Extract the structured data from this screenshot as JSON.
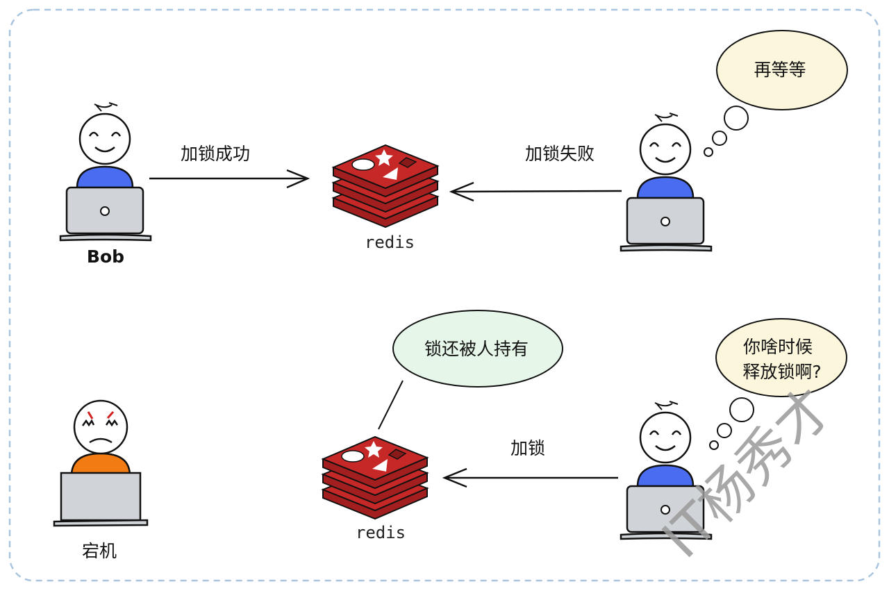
{
  "colors": {
    "border": "#a9c4de",
    "redis": "#c62828",
    "shirt_normal": "#4a6cf0",
    "shirt_down": "#f07c13",
    "laptop": "#d0d3d8",
    "thought_bubble": "#fcf7dc",
    "speech_bubble": "#e6f6e8"
  },
  "top": {
    "client_left": {
      "name": "Bob",
      "icon": "happy-person-laptop-icon"
    },
    "arrow_left_label": "加锁成功",
    "redis_label": "redis",
    "arrow_right_label": "加锁失败",
    "thought": "再等等"
  },
  "bottom": {
    "client_left": {
      "name": "宕机",
      "icon": "angry-person-laptop-icon"
    },
    "redis_label": "redis",
    "speech": "锁还被人持有",
    "arrow_label": "加锁",
    "thought_line1": "你啥时候",
    "thought_line2": "释放锁啊?"
  },
  "watermark": "IT杨秀才"
}
